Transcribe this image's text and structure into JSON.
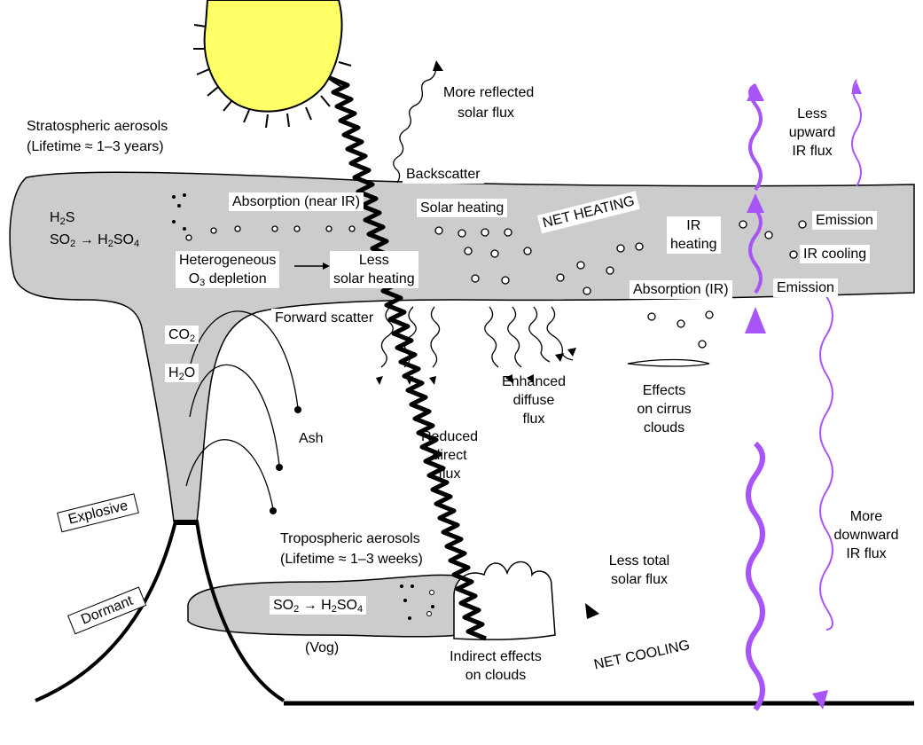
{
  "colors": {
    "sun": "#ffff66",
    "aerosol": "#cccccc",
    "ir_arrow": "#a855f7",
    "ink": "#000000"
  },
  "stratospheric": {
    "title": "Stratospheric aerosols",
    "lifetime": "(Lifetime ≈ 1–3 years)"
  },
  "chemistry": {
    "h2s": "H",
    "h2s_sub": "2",
    "h2s_end": "S",
    "so2": "SO",
    "so2_sub": "2",
    "arrow": "→",
    "h2so4": "H",
    "h2so4_sub1": "2",
    "h2so4_mid": "SO",
    "h2so4_sub2": "4"
  },
  "labels": {
    "more_reflected": "More reflected",
    "solar_flux": "solar flux",
    "backscatter": "Backscatter",
    "absorption_nearir": "Absorption (near IR)",
    "solar_heating": "Solar heating",
    "net_heating": "NET HEATING",
    "ir": "IR",
    "heating": "heating",
    "emission_top": "Emission",
    "ir_cooling": "IR cooling",
    "emission_bottom": "Emission",
    "absorption_ir": "Absorption (IR)",
    "heterogeneous": "Heterogeneous",
    "o3_depletion": "O",
    "o3_sub": "3",
    "o3_depletion_end": " depletion",
    "less": "Less",
    "less_solar_heating": "solar heating",
    "forward_scatter": "Forward scatter",
    "co2": "CO",
    "co2_sub": "2",
    "h2o": "H",
    "h2o_sub": "2",
    "h2o_end": "O",
    "ash": "Ash",
    "enhanced": "Enhanced",
    "diffuse": "diffuse",
    "flux": "flux",
    "effects": "Effects",
    "on_cirrus": "on cirrus",
    "clouds": "clouds",
    "reduced": "Reduced",
    "direct": "direct",
    "direct_flux": "flux",
    "less_upward_1": "Less",
    "less_upward_2": "upward",
    "less_upward_3": "IR flux",
    "more_downward_1": "More",
    "more_downward_2": "downward",
    "more_downward_3": "IR flux",
    "explosive": "Explosive",
    "dormant": "Dormant",
    "tropospheric": "Tropospheric aerosols",
    "trop_lifetime": "(Lifetime ≈ 1–3 weeks)",
    "vog_so2": "SO",
    "vog_so2_sub": "2",
    "vog_arrow": "→",
    "vog_h2so4": "H",
    "vog_h2so4_sub1": "2",
    "vog_h2so4_mid": "SO",
    "vog_h2so4_sub2": "4",
    "vog": "(Vog)",
    "less_total": "Less total",
    "total_solar_flux": "solar flux",
    "indirect_effects": "Indirect effects",
    "on_clouds": "on clouds",
    "net_cooling": "NET COOLING"
  }
}
